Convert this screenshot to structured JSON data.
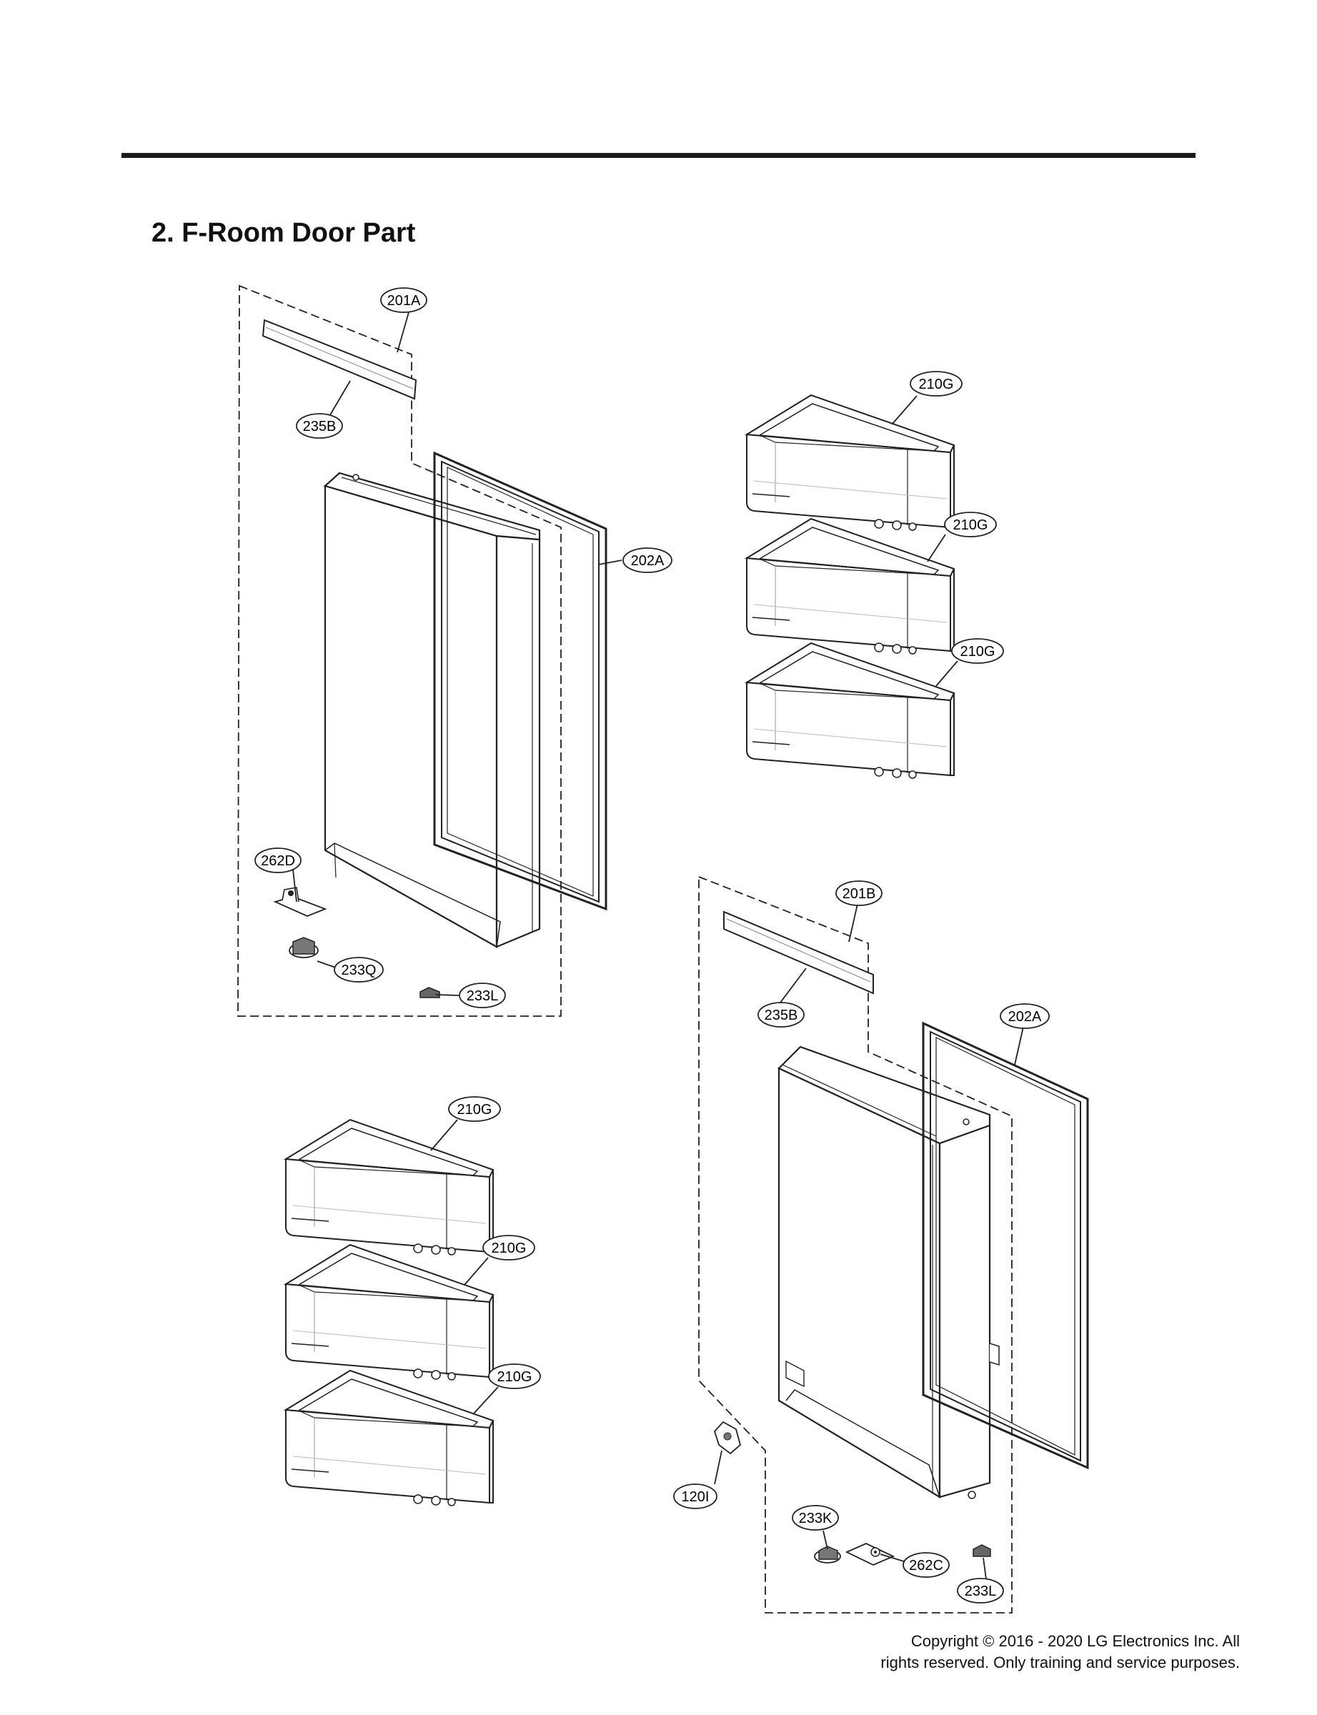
{
  "title": "2. F-Room Door Part",
  "copyright": {
    "line1": "Copyright © 2016 - 2020 LG Electronics Inc. All",
    "line2": "rights reserved. Only training and service purposes."
  },
  "labels": {
    "left_door_assembly": "201A",
    "left_handle": "235B",
    "left_gasket": "202A",
    "left_hinge_bracket": "262D",
    "left_hinge_cap": "233Q",
    "left_stopper": "233L",
    "upper_basket_1": "210G",
    "upper_basket_2": "210G",
    "upper_basket_3": "210G",
    "right_door_assembly": "201B",
    "right_handle": "235B",
    "right_gasket": "202A",
    "lower_basket_1": "210G",
    "lower_basket_2": "210G",
    "lower_basket_3": "210G",
    "right_sensor": "120I",
    "right_hinge_cap": "233K",
    "right_hinge_bracket": "262C",
    "right_stopper": "233L"
  }
}
